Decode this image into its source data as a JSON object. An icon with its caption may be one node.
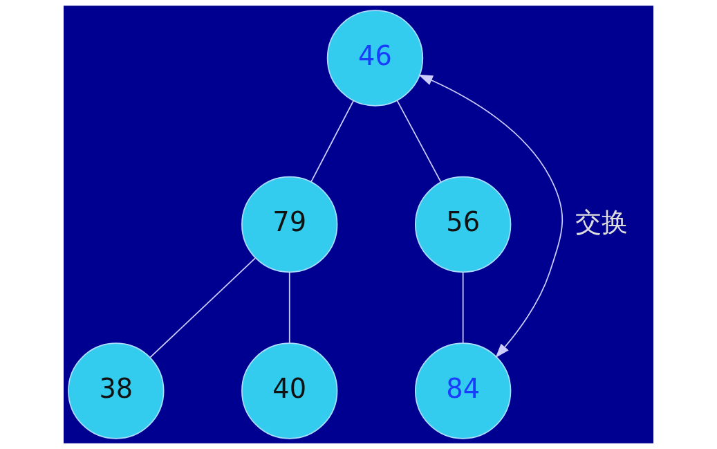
{
  "diagram": {
    "nodes": [
      {
        "text": [
          "46"
        ]
      },
      {
        "text": [
          "79"
        ]
      },
      {
        "text": [
          "56"
        ]
      },
      {
        "text": [
          "38"
        ]
      },
      {
        "text": [
          "40"
        ]
      },
      {
        "text": [
          "84"
        ]
      }
    ],
    "edges": [
      {
        "from": 0,
        "to": 1,
        "arrow": "none"
      },
      {
        "from": 0,
        "to": 2,
        "arrow": "none"
      },
      {
        "from": 1,
        "to": 3,
        "arrow": "none"
      },
      {
        "from": 1,
        "to": 4,
        "arrow": "none"
      },
      {
        "from": 2,
        "to": 5,
        "arrow": "none"
      },
      {
        "from": 0,
        "to": 5,
        "arrow": "both",
        "label": "交换"
      }
    ]
  }
}
